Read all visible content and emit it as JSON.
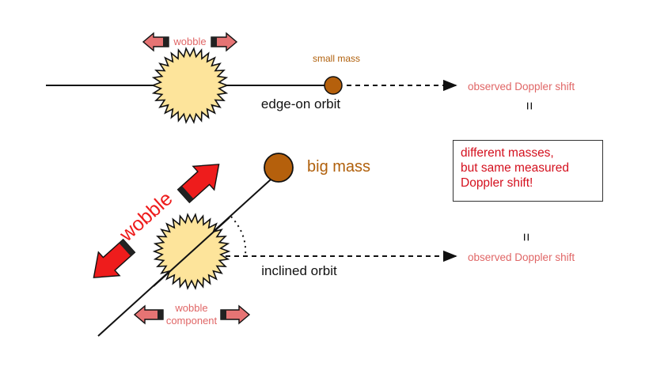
{
  "colors": {
    "star_fill": "#fde49b",
    "planet_fill": "#b5600c",
    "arrow_light": "#e67474",
    "arrow_bright": "#ee1c1c",
    "label_pink": "#e06666",
    "label_brown": "#b0600c",
    "note_text": "#d4101e"
  },
  "top": {
    "wobble_label": "wobble",
    "small_mass_label": "small mass",
    "orbit_label": "edge-on orbit",
    "doppler_label": "observed Doppler shift",
    "equals_sign": "="
  },
  "bottom": {
    "wobble_label": "wobble",
    "big_mass_label": "big mass",
    "orbit_label": "inclined orbit",
    "doppler_label": "observed Doppler shift",
    "equals_sign": "=",
    "component_label_line1": "wobble",
    "component_label_line2": "component"
  },
  "note": {
    "line1": "different masses,",
    "line2": "but same measured",
    "line3": "Doppler shift!"
  },
  "icons": {
    "star": "spiky-star-icon",
    "planet": "planet-circle-icon",
    "arrow": "block-arrow-icon"
  }
}
